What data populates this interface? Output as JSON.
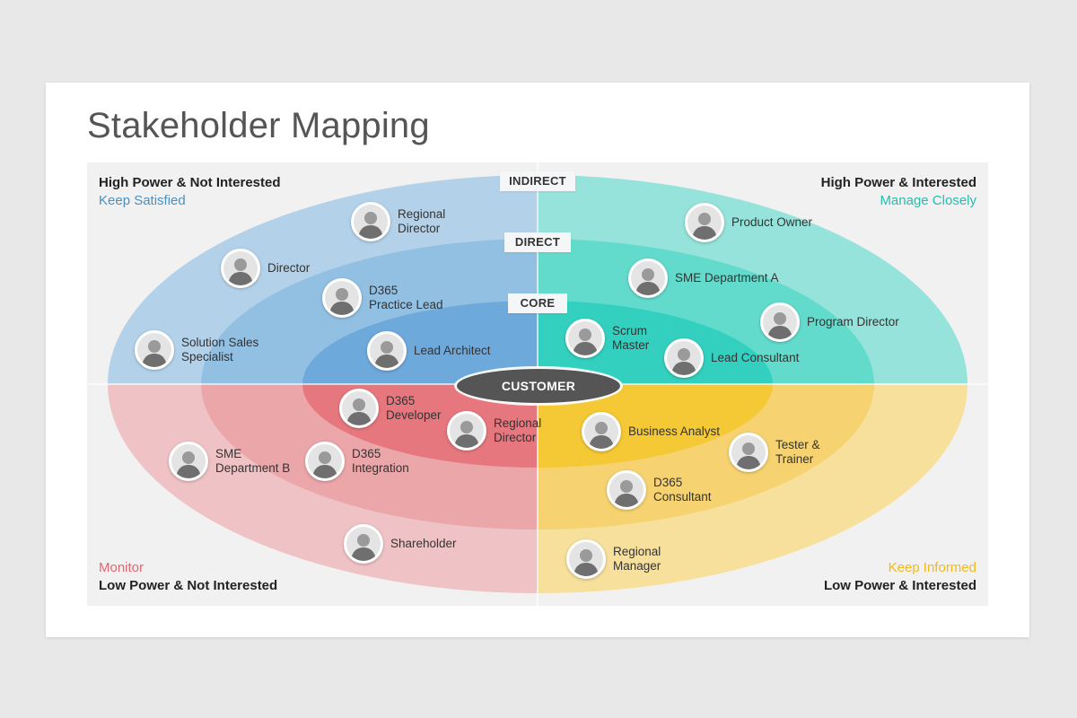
{
  "title": "Stakeholder Mapping",
  "colors": {
    "blue": "#74b2de",
    "teal": "#40d6c4",
    "red": "#e86c74",
    "yellow": "#f6c62b",
    "customer": "#555555"
  },
  "quadrants": {
    "top_left": {
      "heading": "High Power & Not Interested",
      "strategy": "Keep Satisfied",
      "strategy_color": "#4a90c4"
    },
    "top_right": {
      "heading": "High Power & Interested",
      "strategy": "Manage Closely",
      "strategy_color": "#23bfae"
    },
    "bottom_left": {
      "heading": "Low Power & Not Interested",
      "strategy": "Monitor",
      "strategy_color": "#e36670"
    },
    "bottom_right": {
      "heading": "Low Power & Interested",
      "strategy": "Keep Informed",
      "strategy_color": "#f2b91c"
    }
  },
  "rings": {
    "indirect": "INDIRECT",
    "direct": "DIRECT",
    "core": "CORE"
  },
  "center": "CUSTOMER",
  "people": [
    {
      "name": "Regional\nDirector",
      "avatar": "avatar-icon"
    },
    {
      "name": "Director",
      "avatar": "avatar-icon"
    },
    {
      "name": "D365\nPractice Lead",
      "avatar": "avatar-icon"
    },
    {
      "name": "Solution Sales\nSpecialist",
      "avatar": "avatar-icon"
    },
    {
      "name": "Lead Architect",
      "avatar": "avatar-icon"
    },
    {
      "name": "Product Owner",
      "avatar": "avatar-icon"
    },
    {
      "name": "SME Department A",
      "avatar": "avatar-icon"
    },
    {
      "name": "Program Director",
      "avatar": "avatar-icon"
    },
    {
      "name": "Scrum\nMaster",
      "avatar": "avatar-icon"
    },
    {
      "name": "Lead Consultant",
      "avatar": "avatar-icon"
    },
    {
      "name": "D365\nDeveloper",
      "avatar": "avatar-icon"
    },
    {
      "name": "Regional\nDirector",
      "avatar": "avatar-icon"
    },
    {
      "name": "SME\nDepartment B",
      "avatar": "avatar-icon"
    },
    {
      "name": "D365\nIntegration",
      "avatar": "avatar-icon"
    },
    {
      "name": "Shareholder",
      "avatar": "avatar-icon"
    },
    {
      "name": "Business Analyst",
      "avatar": "avatar-icon"
    },
    {
      "name": "Tester &\nTrainer",
      "avatar": "avatar-icon"
    },
    {
      "name": "D365\nConsultant",
      "avatar": "avatar-icon"
    },
    {
      "name": "Regional\nManager",
      "avatar": "avatar-icon"
    }
  ]
}
